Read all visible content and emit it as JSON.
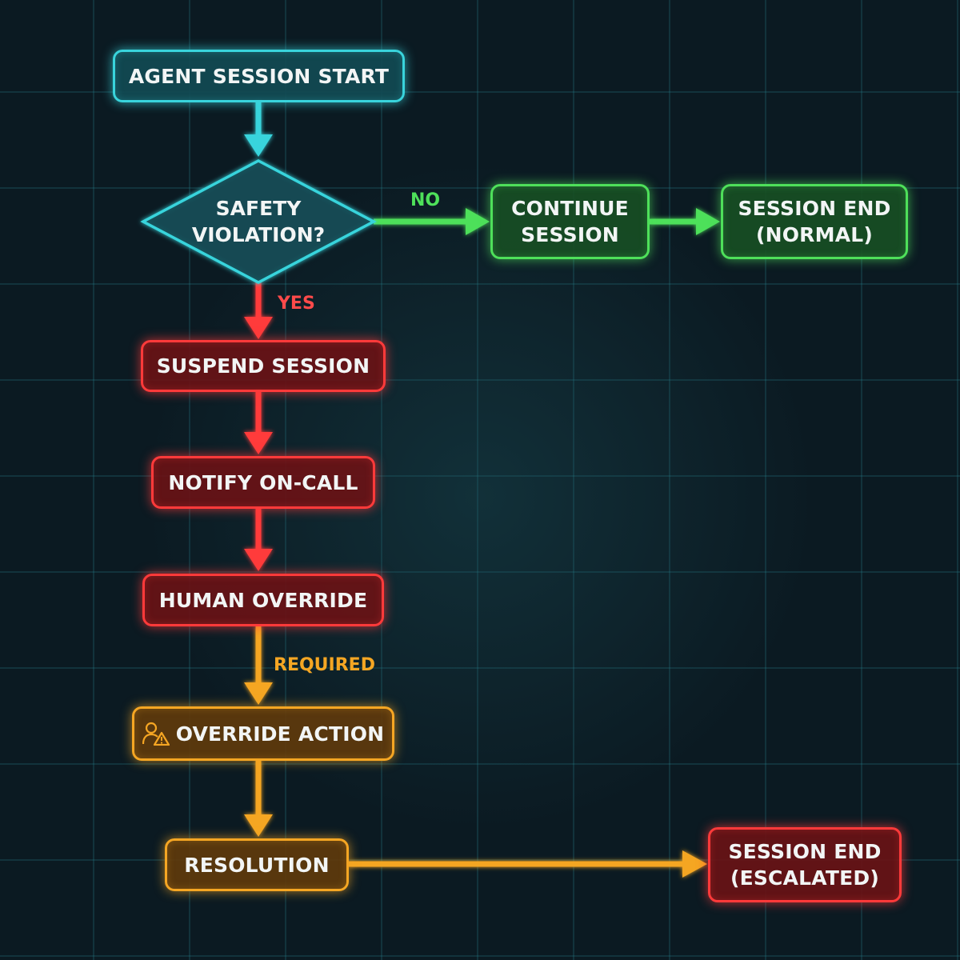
{
  "diagram": {
    "colors": {
      "start": "#39d4dc",
      "normal_path": "#4ee05a",
      "violation_path": "#ff3a3a",
      "override_path": "#f5a623"
    },
    "nodes": {
      "start": {
        "label": "AGENT SESSION START"
      },
      "decision": {
        "label": "SAFETY\nVIOLATION?"
      },
      "continue": {
        "label": "CONTINUE\nSESSION"
      },
      "end_normal": {
        "label": "SESSION END\n(NORMAL)"
      },
      "suspend": {
        "label": "SUSPEND SESSION"
      },
      "notify": {
        "label": "NOTIFY ON-CALL"
      },
      "human_override": {
        "label": "HUMAN OVERRIDE"
      },
      "override_action": {
        "label": "OVERRIDE ACTION",
        "icon": "user-warning-icon"
      },
      "resolution": {
        "label": "RESOLUTION"
      },
      "end_escalated": {
        "label": "SESSION END\n(ESCALATED)"
      }
    },
    "edge_labels": {
      "no": "NO",
      "yes": "YES",
      "required": "REQUIRED"
    }
  }
}
